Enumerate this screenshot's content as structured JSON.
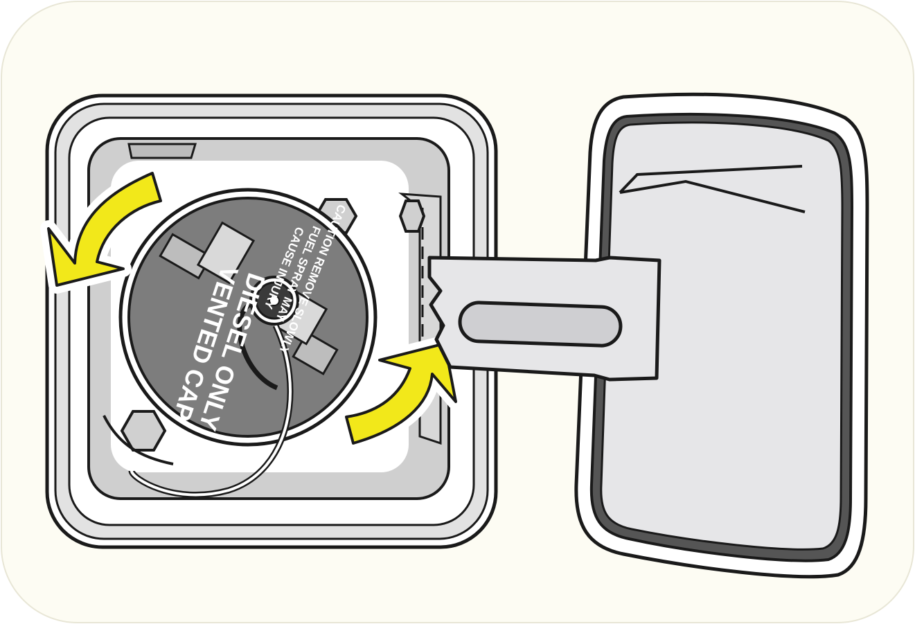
{
  "illustration": {
    "cap_main_line1": "DIESEL ONLY",
    "cap_main_line2": "VENTED CAP",
    "caution_line1": "CAUTION REMOVE SLOWLY",
    "caution_line2": "FUEL SPRAY MAY",
    "caution_line3": "CAUSE INJURY"
  },
  "colors": {
    "background_panel": "#fdfcf3",
    "arrow_fill": "#f2e81a",
    "outline": "#1a1a1a",
    "cap_face": "#7d7d7d",
    "door_fill": "#e6e6e8",
    "housing_gray": "#cfcfcf"
  },
  "icons": {
    "rotate_left_arrow": "counterclockwise-arrow-icon",
    "rotate_right_arrow": "clockwise-arrow-icon"
  }
}
